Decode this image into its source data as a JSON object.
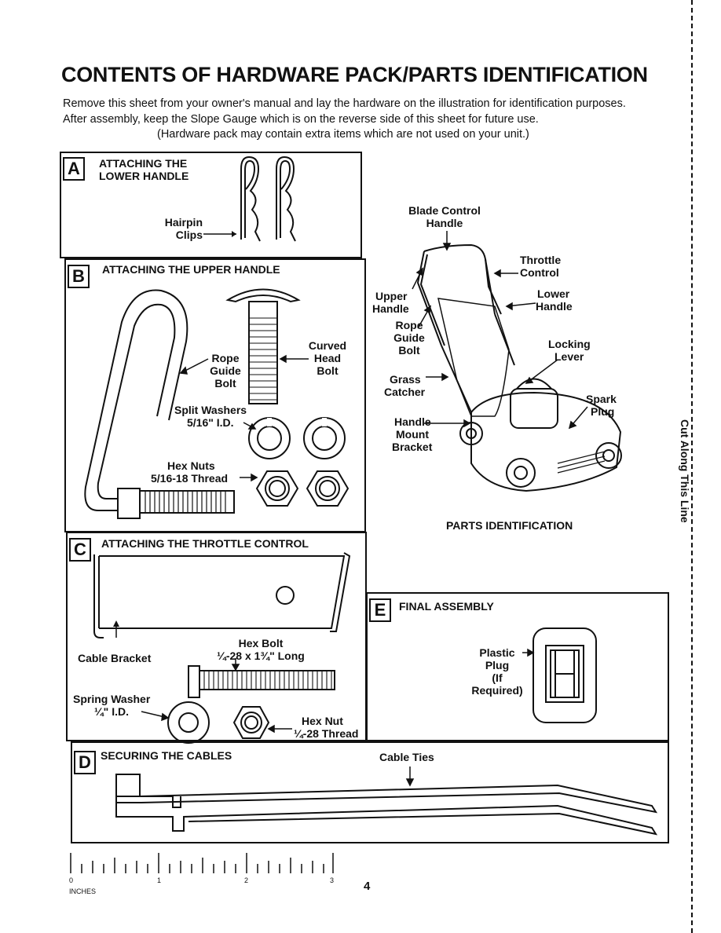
{
  "page": {
    "title": "CONTENTS OF HARDWARE PACK/PARTS IDENTIFICATION",
    "intro_lines": [
      "Remove this sheet from your owner's manual and lay the hardware on the illustration for identification purposes.",
      "After assembly, keep the Slope Gauge which is on the reverse side of this sheet for future use.",
      "(Hardware pack may contain extra items which are not used on your unit.)"
    ],
    "page_number": "4",
    "cut_line_label": "Cut Along This Line"
  },
  "sections": {
    "a": {
      "letter": "A",
      "heading_lines": [
        "ATTACHING THE",
        "LOWER HANDLE"
      ],
      "labels": {
        "hairpin": [
          "Hairpin",
          "Clips"
        ]
      }
    },
    "b": {
      "letter": "B",
      "heading": "ATTACHING THE UPPER HANDLE",
      "labels": {
        "rope_guide": [
          "Rope",
          "Guide",
          "Bolt"
        ],
        "curved_head": [
          "Curved",
          "Head",
          "Bolt"
        ],
        "split_washers": [
          "Split Washers",
          "5/16\" I.D."
        ],
        "hex_nuts": [
          "Hex Nuts",
          "5/16-18 Thread"
        ]
      }
    },
    "c": {
      "letter": "C",
      "heading": "ATTACHING THE THROTTLE CONTROL",
      "labels": {
        "cable_bracket": "Cable Bracket",
        "hex_bolt": [
          "Hex Bolt",
          "¼-28 x 1¾\" Long"
        ],
        "spring_washer": [
          "Spring Washer",
          "¼\" I.D."
        ],
        "hex_nut": [
          "Hex Nut",
          "¼-28 Thread"
        ]
      }
    },
    "d": {
      "letter": "D",
      "heading": "SECURING THE CABLES",
      "labels": {
        "cable_ties": "Cable Ties"
      }
    },
    "e": {
      "letter": "E",
      "heading": "FINAL ASSEMBLY",
      "labels": {
        "plastic_plug": [
          "Plastic",
          "Plug",
          "(If",
          "Required)"
        ]
      }
    }
  },
  "parts_identification": {
    "caption": "PARTS IDENTIFICATION",
    "labels": {
      "blade_control": [
        "Blade Control",
        "Handle"
      ],
      "throttle_control": [
        "Throttle",
        "Control"
      ],
      "upper_handle": [
        "Upper",
        "Handle"
      ],
      "lower_handle": [
        "Lower",
        "Handle"
      ],
      "rope_guide": [
        "Rope",
        "Guide",
        "Bolt"
      ],
      "locking_lever": [
        "Locking",
        "Lever"
      ],
      "grass_catcher": [
        "Grass",
        "Catcher"
      ],
      "spark_plug": [
        "Spark",
        "Plug"
      ],
      "handle_mount": [
        "Handle",
        "Mount",
        "Bracket"
      ]
    }
  },
  "ruler": {
    "unit": "INCHES",
    "numbers": [
      "0",
      "1",
      "2",
      "3"
    ]
  }
}
